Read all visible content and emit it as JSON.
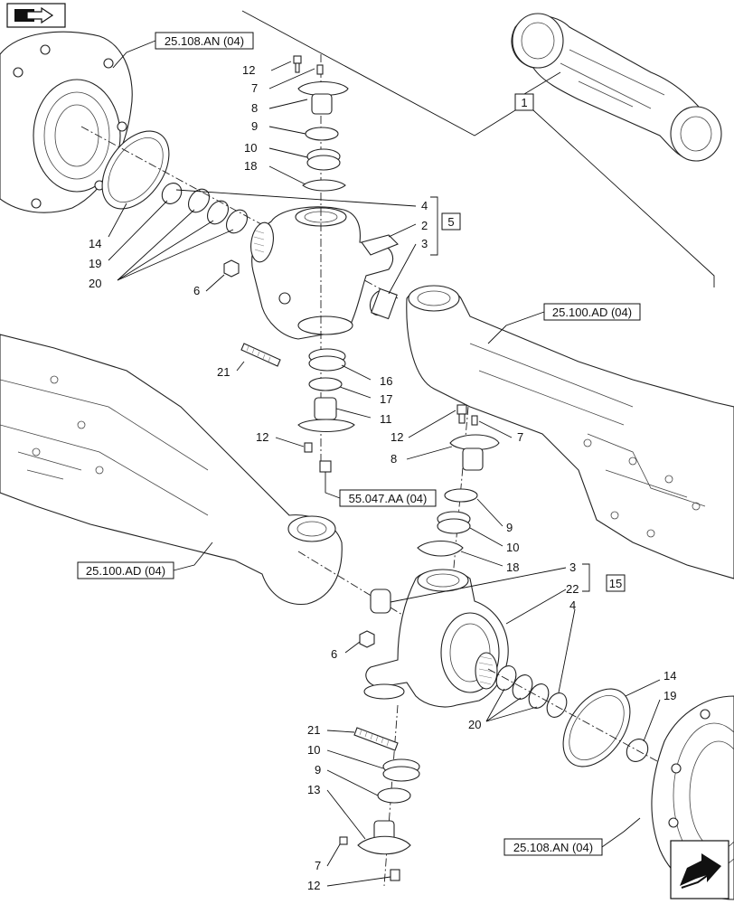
{
  "references": {
    "hub_top_left": "25.108.AN (04)",
    "hub_bottom_right": "25.108.AN (04)",
    "axle_right": "25.100.AD (04)",
    "axle_left": "25.100.AD (04)",
    "bolt_kit": "55.047.AA (04)"
  },
  "group_boxes": {
    "assembly": "1",
    "upper_group": "5",
    "lower_group": "15"
  },
  "callouts": {
    "upper": {
      "c12": "12",
      "c7": "7",
      "c8": "8",
      "c9": "9",
      "c10": "10",
      "c18": "18",
      "c4": "4",
      "c2": "2",
      "c3": "3",
      "c14": "14",
      "c19": "19",
      "c20": "20",
      "c6": "6",
      "c21": "21",
      "c16": "16",
      "c17": "17",
      "c11": "11",
      "c12b": "12"
    },
    "right_middle": {
      "c12": "12",
      "c7": "7",
      "c8": "8",
      "c9": "9",
      "c10": "10",
      "c18": "18"
    },
    "lower": {
      "c3": "3",
      "c22": "22",
      "c4": "4",
      "c6": "6",
      "c20": "20",
      "c14": "14",
      "c19": "19",
      "c21": "21",
      "c10": "10",
      "c9": "9",
      "c13": "13",
      "c7": "7",
      "c12": "12"
    }
  },
  "icons": {
    "top_left": "book-arrow-icon",
    "bottom_right": "next-arrow-icon"
  }
}
